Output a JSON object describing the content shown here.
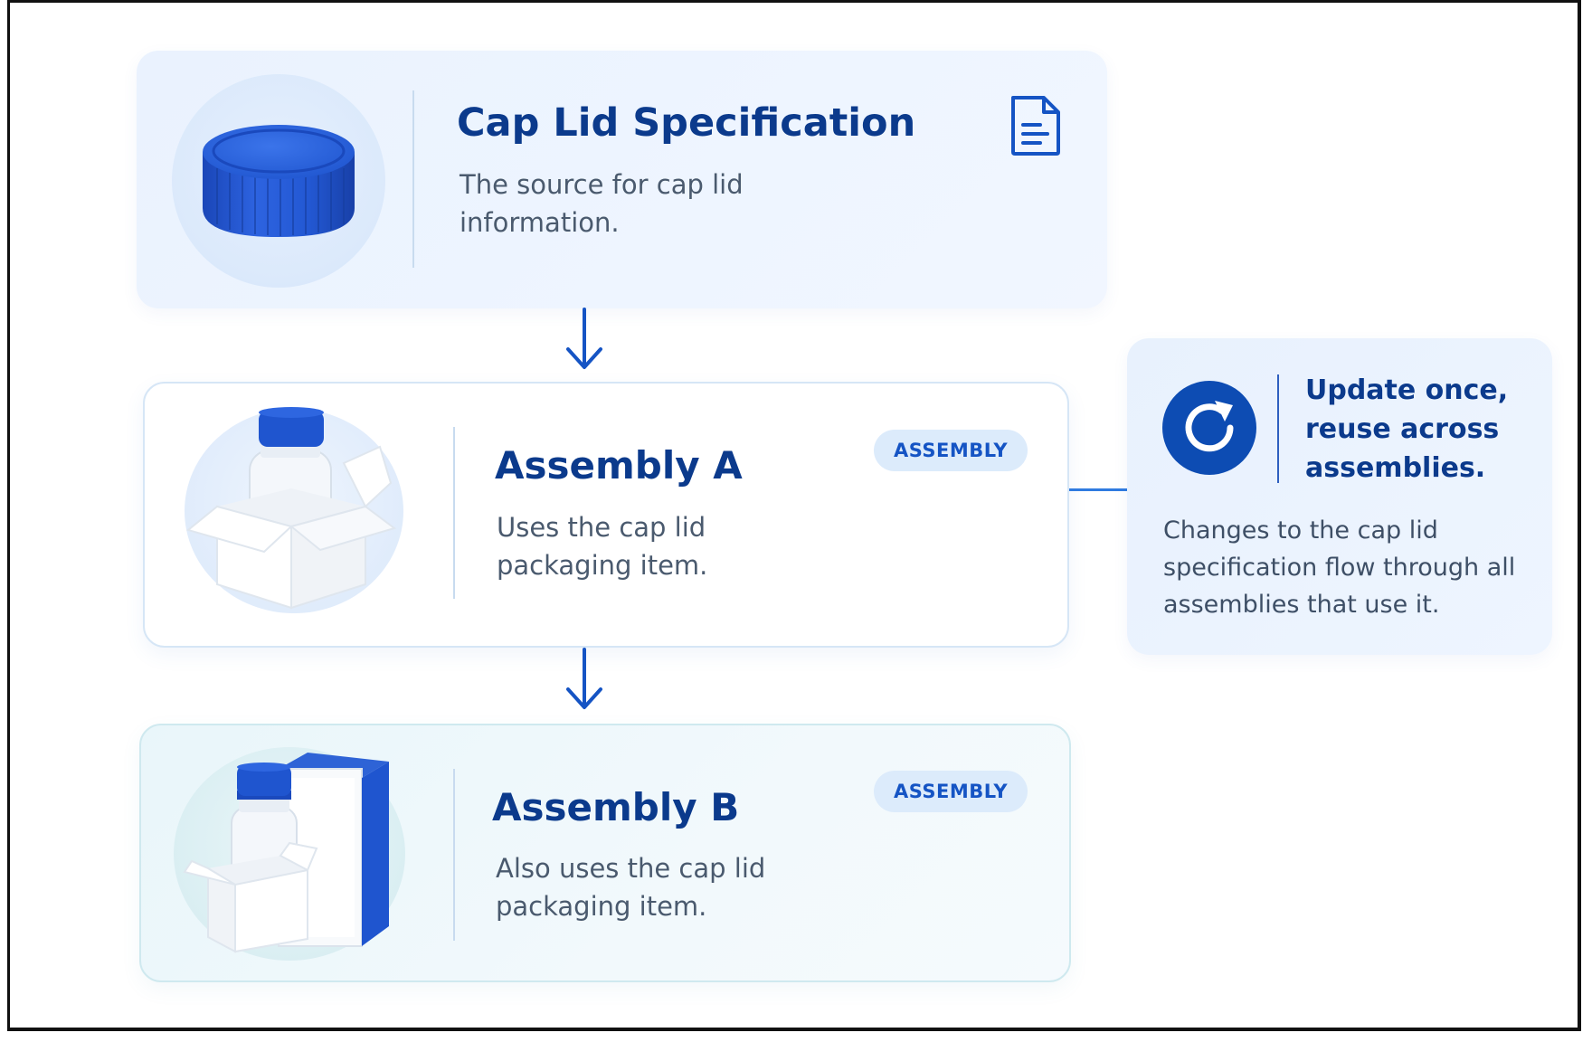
{
  "spec": {
    "title": "Cap Lid Specification",
    "description": "The source for cap lid information.",
    "image": "blue-cap-lid",
    "icon": "document-icon"
  },
  "assemblies": [
    {
      "title": "Assembly A",
      "description": "Uses the cap lid packaging item.",
      "badge": "ASSEMBLY",
      "image": "bottle-in-box"
    },
    {
      "title": "Assembly B",
      "description": "Also uses the cap lid packaging item.",
      "badge": "ASSEMBLY",
      "image": "bottle-in-box-with-carton"
    }
  ],
  "note": {
    "icon": "refresh-icon",
    "title": "Update once, reuse across assemblies.",
    "text": "Changes to the cap lid specification flow through all assemblies that use it."
  },
  "colors": {
    "primary": "#1554c4",
    "title": "#0b3a8c",
    "connector": "#2f7be0"
  }
}
